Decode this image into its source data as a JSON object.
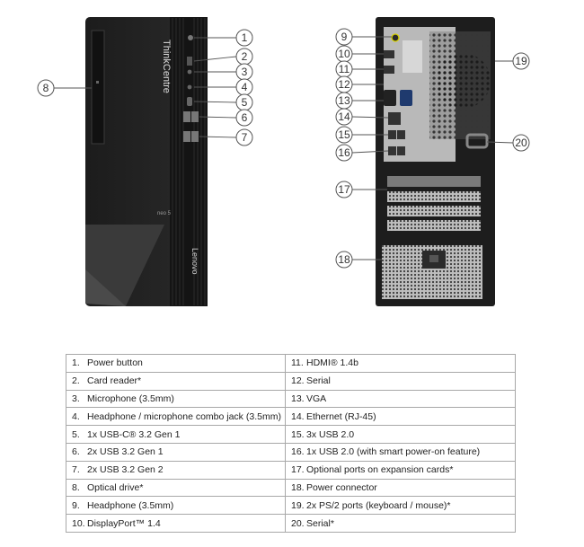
{
  "front": {
    "brand": "ThinkCentre",
    "model_badge": "neo 5",
    "logo": "Lenovo"
  },
  "callouts": [
    "1",
    "2",
    "3",
    "4",
    "5",
    "6",
    "7",
    "8",
    "9",
    "10",
    "11",
    "12",
    "13",
    "14",
    "15",
    "16",
    "17",
    "18",
    "19",
    "20"
  ],
  "ports_table": [
    [
      {
        "num": "1.",
        "label": "Power button"
      },
      {
        "num": "11.",
        "label": "HDMI® 1.4b"
      }
    ],
    [
      {
        "num": "2.",
        "label": "Card reader*"
      },
      {
        "num": "12.",
        "label": "Serial"
      }
    ],
    [
      {
        "num": "3.",
        "label": "Microphone (3.5mm)"
      },
      {
        "num": "13.",
        "label": "VGA"
      }
    ],
    [
      {
        "num": "4.",
        "label": "Headphone / microphone combo jack (3.5mm)"
      },
      {
        "num": "14.",
        "label": "Ethernet (RJ-45)"
      }
    ],
    [
      {
        "num": "5.",
        "label": "1x USB-C® 3.2 Gen 1"
      },
      {
        "num": "15.",
        "label": "3x USB 2.0"
      }
    ],
    [
      {
        "num": "6.",
        "label": "2x USB 3.2 Gen 1"
      },
      {
        "num": "16.",
        "label": "1x USB 2.0 (with smart power-on feature)"
      }
    ],
    [
      {
        "num": "7.",
        "label": "2x USB 3.2 Gen 2"
      },
      {
        "num": "17.",
        "label": "Optional ports on expansion cards*"
      }
    ],
    [
      {
        "num": "8.",
        "label": "Optical drive*"
      },
      {
        "num": "18.",
        "label": "Power connector"
      }
    ],
    [
      {
        "num": "9.",
        "label": "Headphone (3.5mm)"
      },
      {
        "num": "19.",
        "label": "2x PS/2 ports (keyboard / mouse)*"
      }
    ],
    [
      {
        "num": "10.",
        "label": "DisplayPort™ 1.4"
      },
      {
        "num": "20.",
        "label": "Serial*"
      }
    ]
  ]
}
